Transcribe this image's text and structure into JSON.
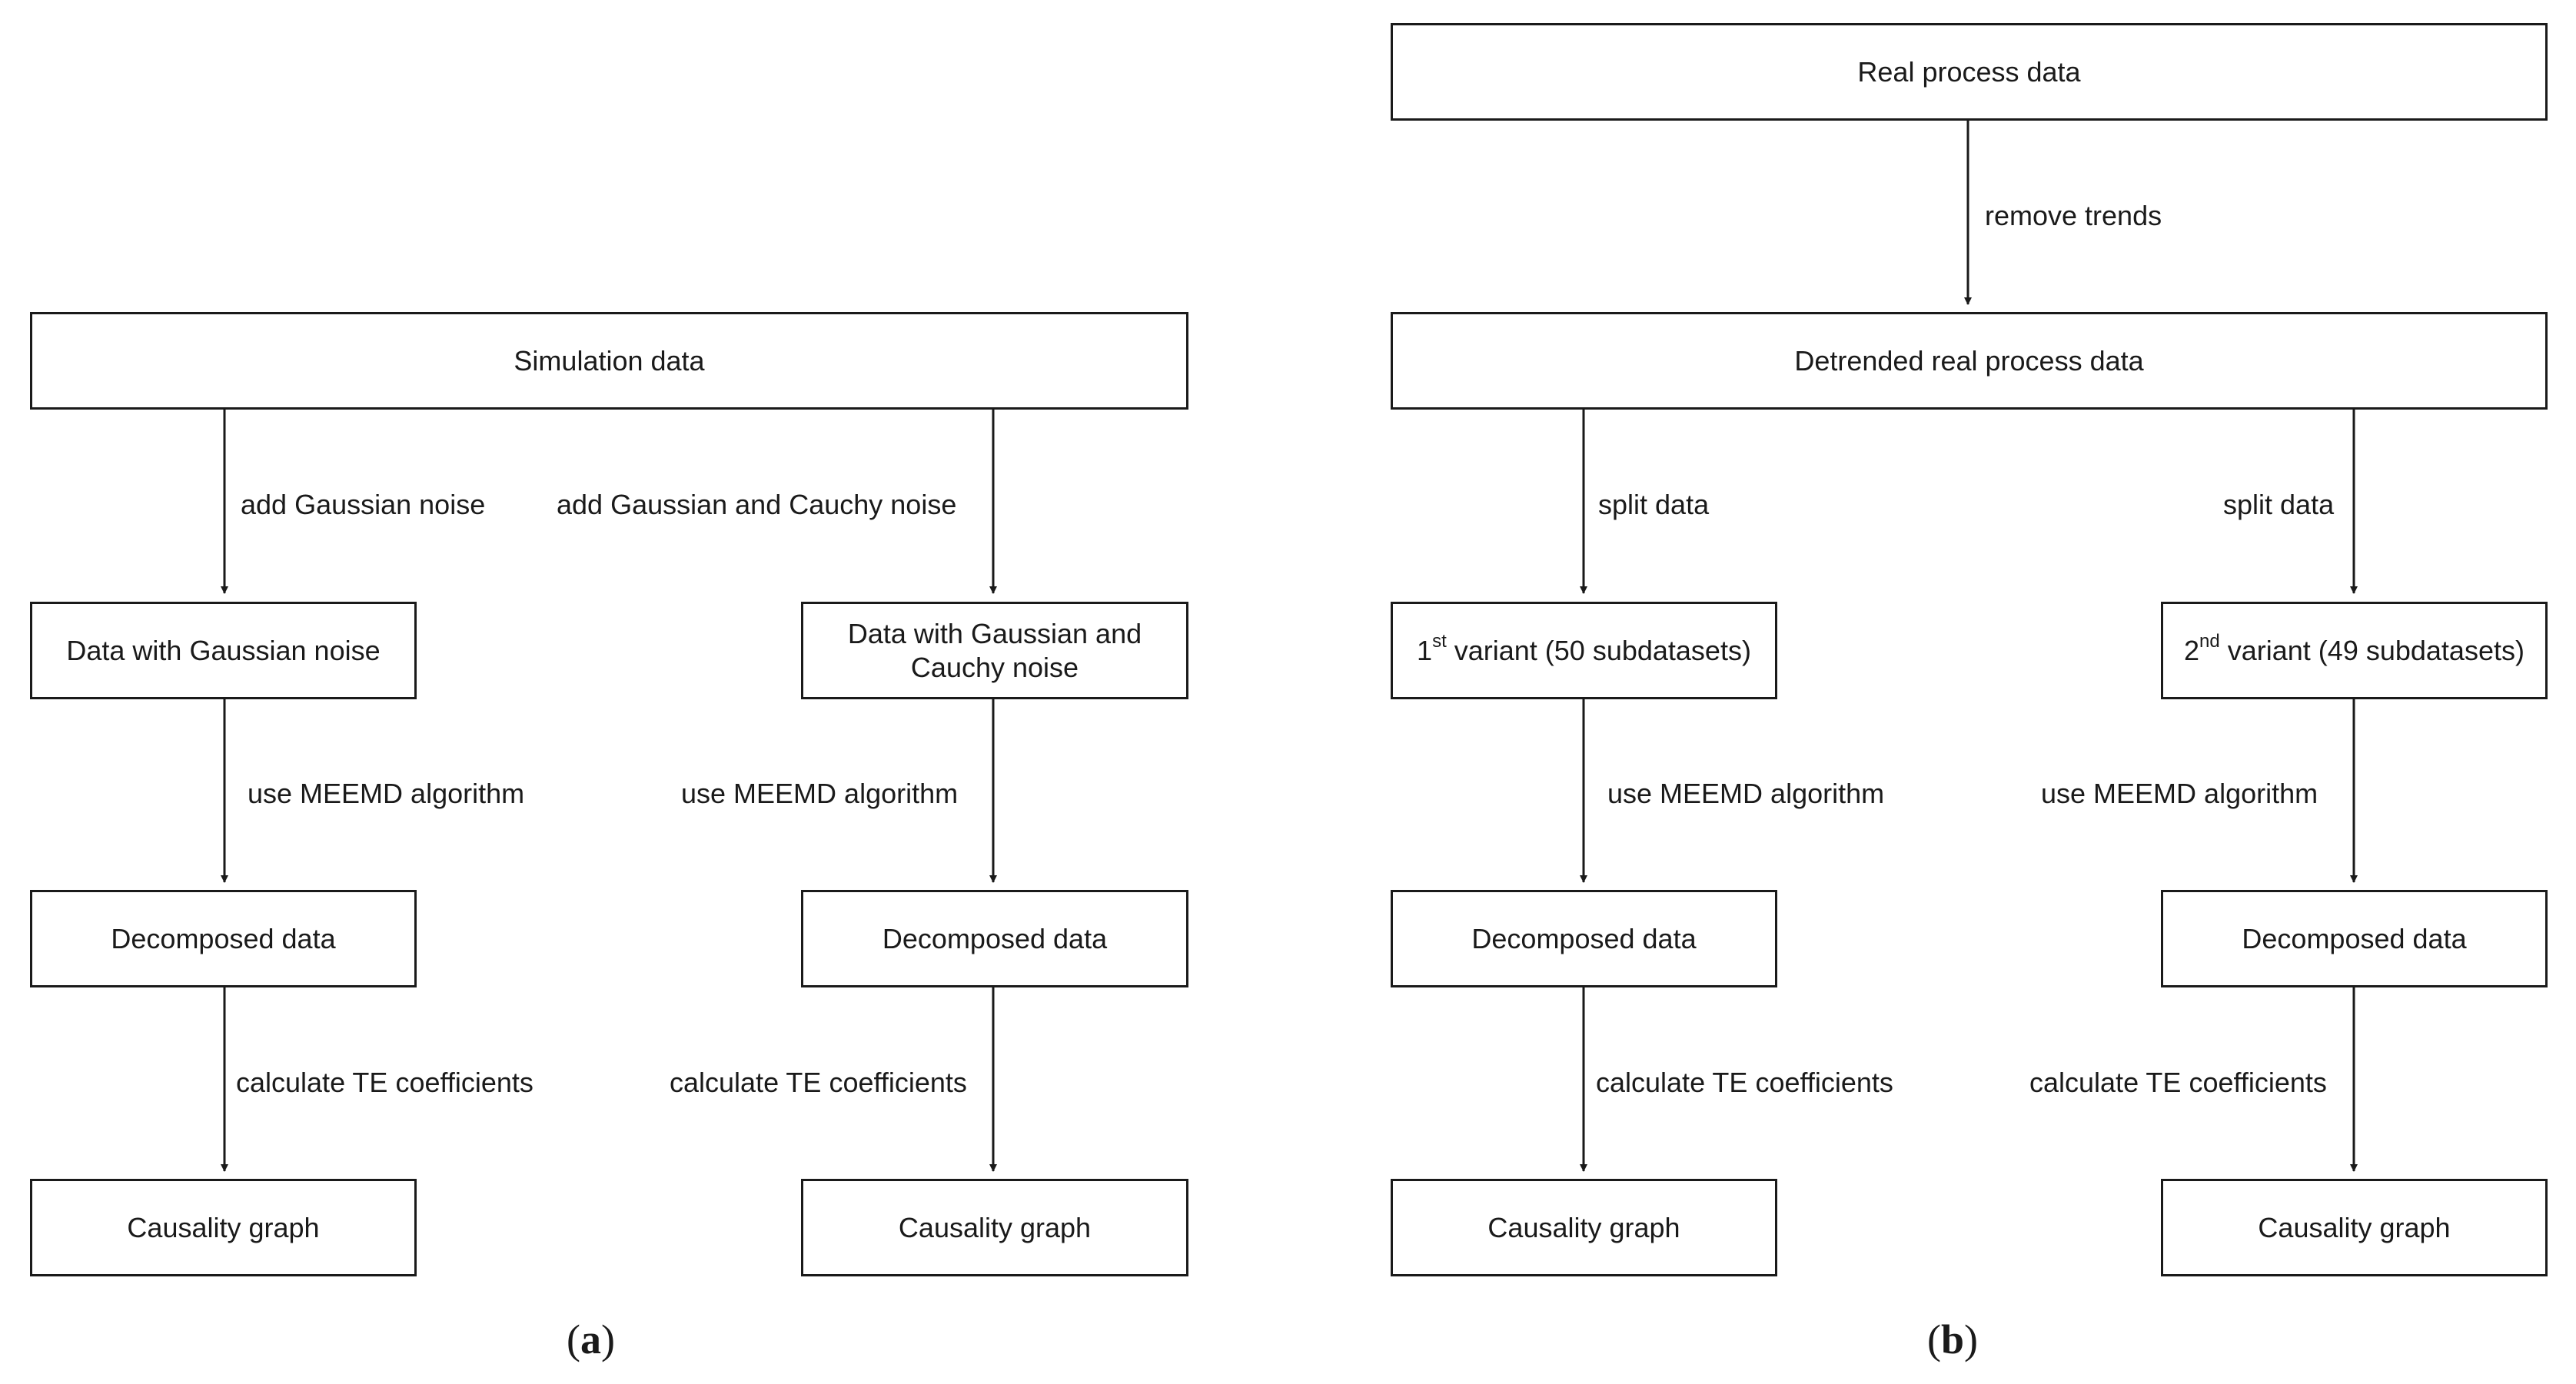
{
  "panel_a": {
    "boxes": {
      "simulation": "Simulation data",
      "gaussian": "Data with Gaussian noise",
      "gaussian_cauchy": "Data with Gaussian and Cauchy noise",
      "decomposed_left": "Decomposed data",
      "decomposed_right": "Decomposed data",
      "causality_left": "Causality graph",
      "causality_right": "Causality graph"
    },
    "edges": {
      "add_gaussian": "add Gaussian noise",
      "add_gaussian_cauchy": "add Gaussian and Cauchy noise",
      "meemd_left": "use MEEMD algorithm",
      "meemd_right": "use MEEMD algorithm",
      "te_left": "calculate TE coefficients",
      "te_right": "calculate TE coefficients"
    },
    "caption": {
      "open": "(",
      "letter": "a",
      "close": ")"
    }
  },
  "panel_b": {
    "boxes": {
      "real": "Real process data",
      "detrended": "Detrended real process data",
      "variant1": {
        "num": "1",
        "sup": "st",
        "rest": " variant (50 subdatasets)"
      },
      "variant2": {
        "num": "2",
        "sup": "nd",
        "rest": " variant (49 subdatasets)"
      },
      "decomposed_left": "Decomposed data",
      "decomposed_right": "Decomposed data",
      "causality_left": "Causality graph",
      "causality_right": "Causality graph"
    },
    "edges": {
      "remove_trends": "remove trends",
      "split_left": "split data",
      "split_right": "split data",
      "meemd_left": "use MEEMD algorithm",
      "meemd_right": "use MEEMD algorithm",
      "te_left": "calculate TE coefficients",
      "te_right": "calculate TE coefficients"
    },
    "caption": {
      "open": "(",
      "letter": "b",
      "close": ")"
    }
  }
}
